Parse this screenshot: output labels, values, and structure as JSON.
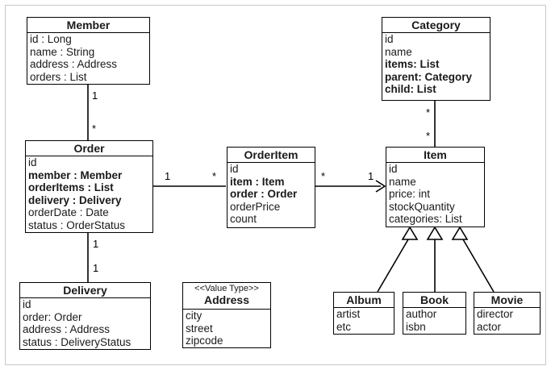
{
  "classes": {
    "member": {
      "name": "Member",
      "attrs": [
        {
          "t": "id : Long",
          "b": false
        },
        {
          "t": "name : String",
          "b": false
        },
        {
          "t": "address : Address",
          "b": false
        },
        {
          "t": "orders : List",
          "b": false
        }
      ]
    },
    "order": {
      "name": "Order",
      "attrs": [
        {
          "t": "id",
          "b": false
        },
        {
          "t": "member : Member",
          "b": true
        },
        {
          "t": "orderItems : List",
          "b": true
        },
        {
          "t": "delivery : Delivery",
          "b": true
        },
        {
          "t": "orderDate : Date",
          "b": false
        },
        {
          "t": "status : OrderStatus",
          "b": false
        }
      ]
    },
    "delivery": {
      "name": "Delivery",
      "attrs": [
        {
          "t": "id",
          "b": false
        },
        {
          "t": "order: Order",
          "b": false
        },
        {
          "t": "address : Address",
          "b": false
        },
        {
          "t": "status : DeliveryStatus",
          "b": false
        }
      ]
    },
    "address": {
      "name": "Address",
      "stereotype": "<<Value Type>>",
      "attrs": [
        {
          "t": "city",
          "b": false
        },
        {
          "t": "street",
          "b": false
        },
        {
          "t": "zipcode",
          "b": false
        }
      ]
    },
    "orderitem": {
      "name": "OrderItem",
      "attrs": [
        {
          "t": "id",
          "b": false
        },
        {
          "t": "item : Item",
          "b": true
        },
        {
          "t": "order : Order",
          "b": true
        },
        {
          "t": "orderPrice",
          "b": false
        },
        {
          "t": "count",
          "b": false
        }
      ]
    },
    "category": {
      "name": "Category",
      "attrs": [
        {
          "t": "id",
          "b": false
        },
        {
          "t": "name",
          "b": false
        },
        {
          "t": "items: List",
          "b": true
        },
        {
          "t": "parent: Category",
          "b": true
        },
        {
          "t": "child: List",
          "b": true
        }
      ]
    },
    "item": {
      "name": "Item",
      "attrs": [
        {
          "t": "id",
          "b": false
        },
        {
          "t": "name",
          "b": false
        },
        {
          "t": "price: int",
          "b": false
        },
        {
          "t": "stockQuantity",
          "b": false
        },
        {
          "t": "categories: List",
          "b": false
        }
      ]
    },
    "album": {
      "name": "Album",
      "attrs": [
        {
          "t": "artist",
          "b": false
        },
        {
          "t": "etc",
          "b": false
        }
      ]
    },
    "book": {
      "name": "Book",
      "attrs": [
        {
          "t": "author",
          "b": false
        },
        {
          "t": "isbn",
          "b": false
        }
      ]
    },
    "movie": {
      "name": "Movie",
      "attrs": [
        {
          "t": "director",
          "b": false
        },
        {
          "t": "actor",
          "b": false
        }
      ]
    }
  },
  "multiplicities": {
    "member_order_top": "1",
    "member_order_bottom": "*",
    "order_delivery_top": "1",
    "order_delivery_bottom": "1",
    "order_orderitem_left": "1",
    "order_orderitem_right": "*",
    "orderitem_item_left": "*",
    "orderitem_item_right": "1",
    "category_item_top": "*",
    "category_item_bottom": "*"
  },
  "colors": {
    "line": "#000000",
    "text": "#1a1a1a",
    "frame": "#c8c8c8"
  }
}
